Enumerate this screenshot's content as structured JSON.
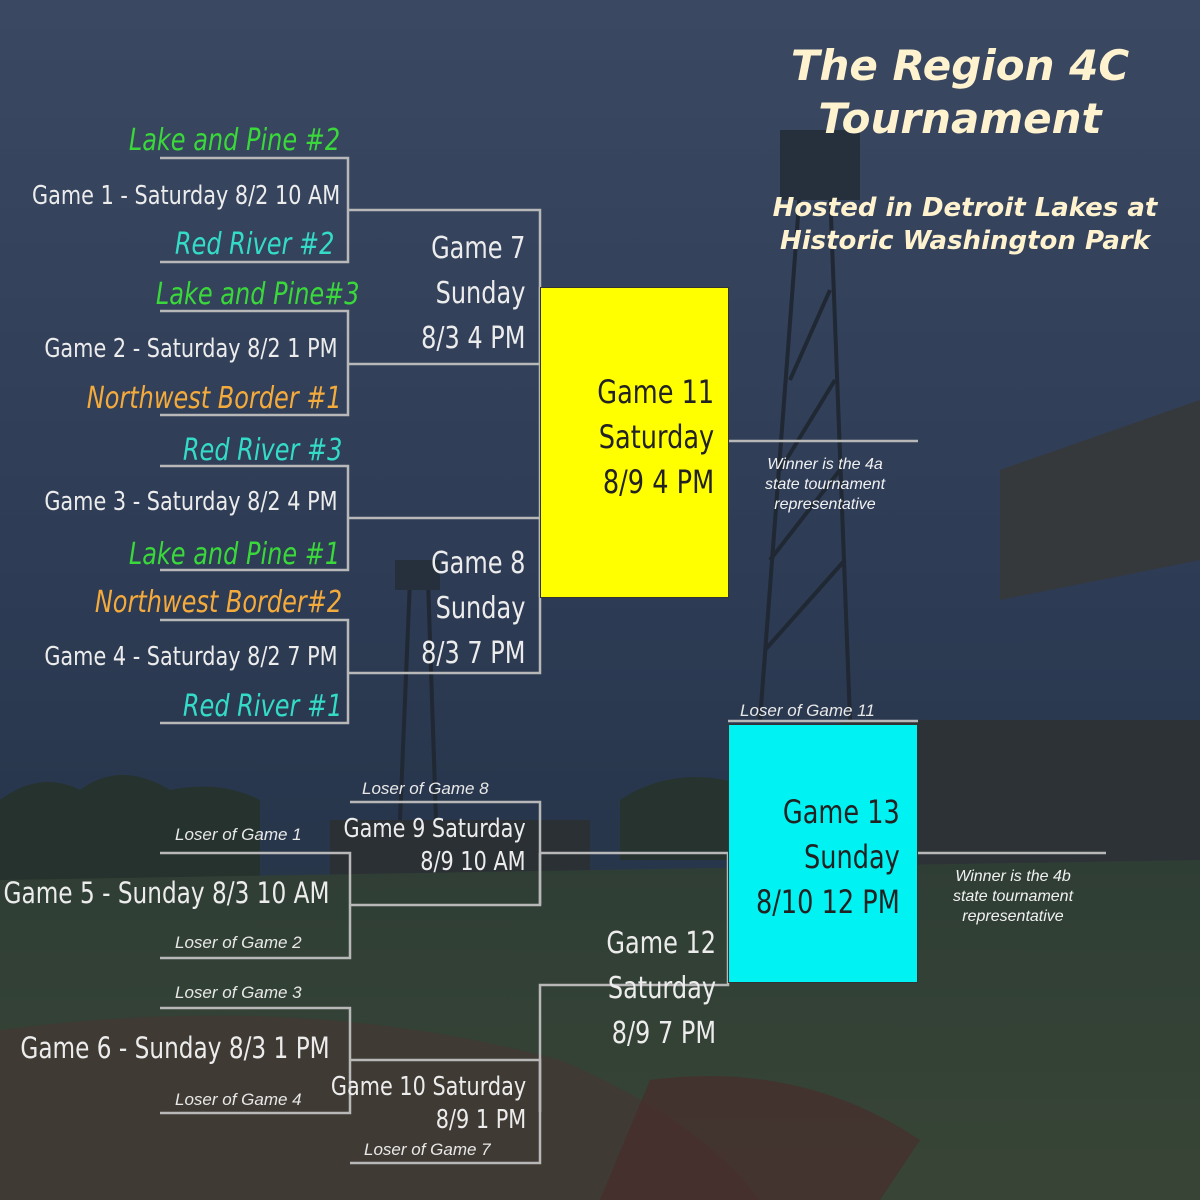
{
  "header": {
    "title_line1": "The Region 4C",
    "title_line2": "Tournament",
    "subtitle_line1": "Hosted in Detroit Lakes at",
    "subtitle_line2": "Historic Washington Park"
  },
  "colors": {
    "green_team": "#3ad83a",
    "aqua_team": "#34dcc8",
    "orange_team": "#f5ab3c",
    "game11_box": "#ffff00",
    "game13_box": "#00f2f2",
    "title": "#fff2cf"
  },
  "teams": {
    "g1_top": "Lake and Pine #2",
    "g1_bottom": "Red River #2",
    "g2_top": "Lake and Pine#3",
    "g2_bottom": "Northwest Border #1",
    "g3_top": "Red River #3",
    "g3_bottom": "Lake and Pine #1",
    "g4_top": "Northwest Border#2",
    "g4_bottom": "Red River #1"
  },
  "games": {
    "g1": "Game 1 - Saturday 8/2 10 AM",
    "g2": "Game 2 - Saturday 8/2 1 PM",
    "g3": "Game 3 - Saturday 8/2 4 PM",
    "g4": "Game 4 - Saturday 8/2 7 PM",
    "g5": "Game 5 - Sunday 8/3 10 AM",
    "g6": "Game 6 - Sunday 8/3 1 PM",
    "g7": [
      "Game 7",
      "Sunday",
      "8/3 4 PM"
    ],
    "g8": [
      "Game 8",
      "Sunday",
      "8/3 7 PM"
    ],
    "g9": [
      "Game 9  Saturday",
      "8/9 10 AM"
    ],
    "g10": [
      "Game 10 Saturday",
      "8/9 1 PM"
    ],
    "g11": [
      "Game 11",
      "Saturday",
      "8/9 4 PM"
    ],
    "g12": [
      "Game 12",
      "Saturday",
      "8/9 7 PM"
    ],
    "g13": [
      "Game 13",
      "Sunday",
      "8/10 12 PM"
    ]
  },
  "losers": {
    "g1": "Loser of Game 1",
    "g2": "Loser of Game 2",
    "g3": "Loser of Game 3",
    "g4": "Loser of Game 4",
    "g7": "Loser of Game 7",
    "g8": "Loser of Game 8",
    "g11": "Loser of Game 11"
  },
  "notes": {
    "winner_4a": [
      "Winner is the 4a",
      "state tournament",
      "representative"
    ],
    "winner_4b": [
      "Winner is the 4b",
      "state tournament",
      "representative"
    ]
  }
}
